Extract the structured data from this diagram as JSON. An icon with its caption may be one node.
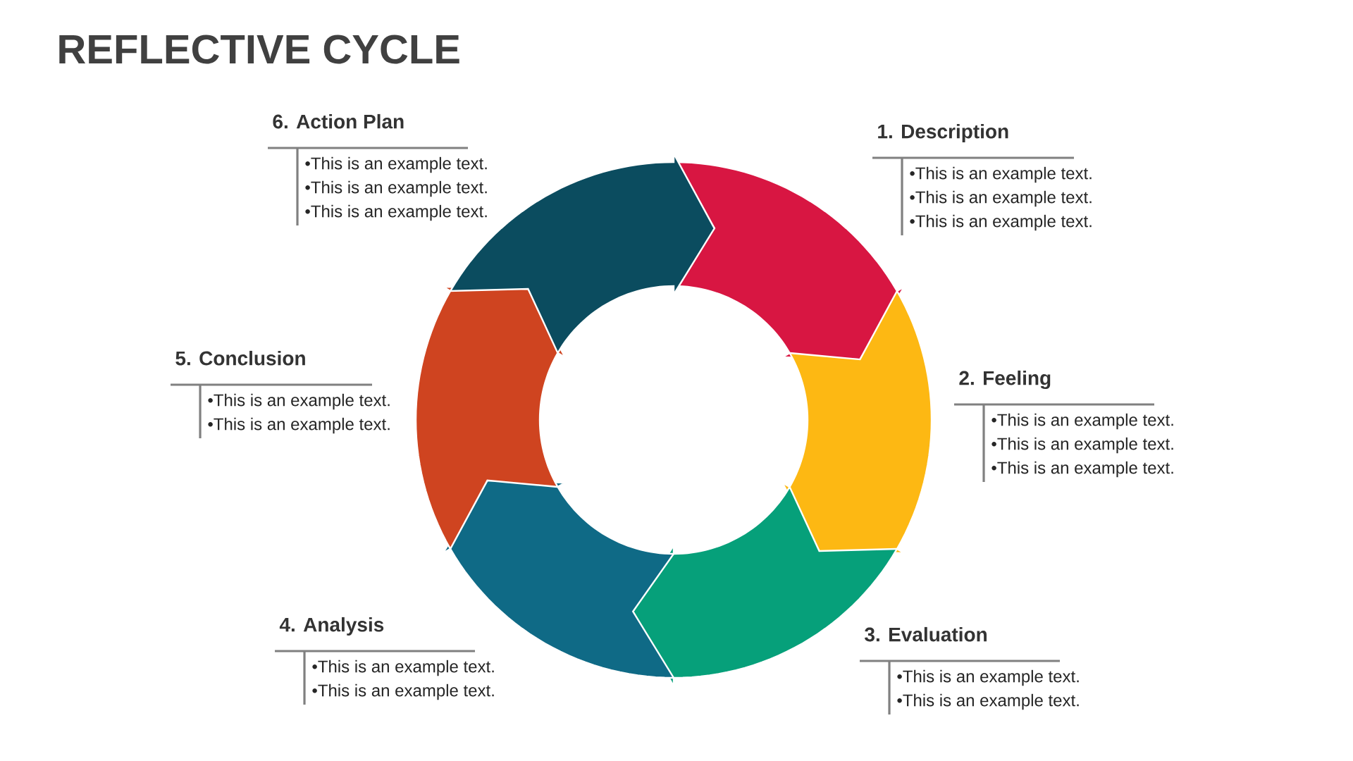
{
  "diagram": {
    "title": "REFLECTIVE CYCLE",
    "nodes": [
      {
        "text": [
          "1. Description",
          "•This is an example text.",
          "•This is an example text.",
          "•This is an example text."
        ]
      },
      {
        "text": [
          "2. Feeling",
          "•This is an example text.",
          "•This is an example text.",
          "•This is an example text."
        ]
      },
      {
        "text": [
          "3. Evaluation",
          "•This is an example text.",
          "•This is an example text."
        ]
      },
      {
        "text": [
          "4. Analysis",
          "•This is an example text.",
          "•This is an example text."
        ]
      },
      {
        "text": [
          "5. Conclusion",
          "•This is an example text.",
          "•This is an example text."
        ]
      },
      {
        "text": [
          "6. Action Plan",
          "•This is an example text.",
          "•This is an example text.",
          "•This is an example text."
        ]
      }
    ]
  }
}
